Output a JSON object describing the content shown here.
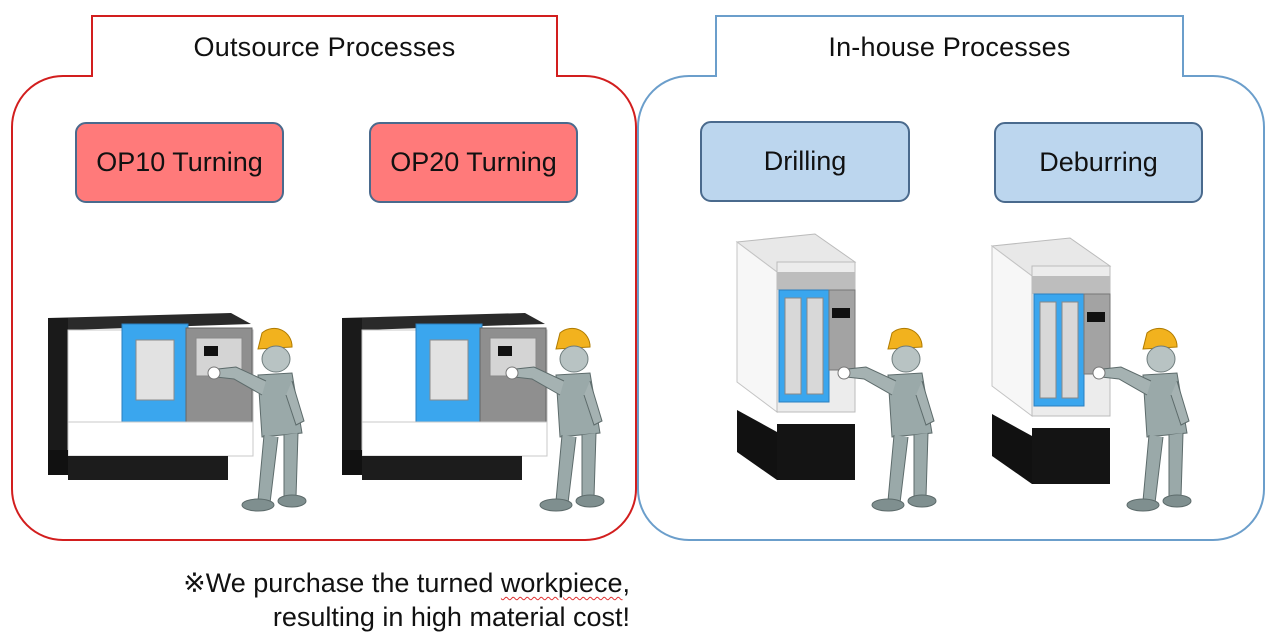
{
  "groups": {
    "outsource": {
      "title": "Outsource Processes",
      "color": "#d21e1e",
      "processes": [
        {
          "label": "OP10 Turning",
          "color": "#ff7a7a"
        },
        {
          "label": "OP20 Turning",
          "color": "#ff7a7a"
        }
      ]
    },
    "inhouse": {
      "title": "In-house Processes",
      "color": "#6b9ecb",
      "processes": [
        {
          "label": "Drilling",
          "color": "#bcd6ee"
        },
        {
          "label": "Deburring",
          "color": "#bcd6ee"
        }
      ]
    }
  },
  "note": {
    "line1_prefix": "※We purchase the turned ",
    "line1_underlined": "workpiece",
    "line1_suffix": ",",
    "line2": "resulting in high material cost!"
  },
  "icons": {
    "lathe": "cnc-lathe-icon",
    "machining_center": "machining-center-icon",
    "operator": "operator-icon"
  }
}
